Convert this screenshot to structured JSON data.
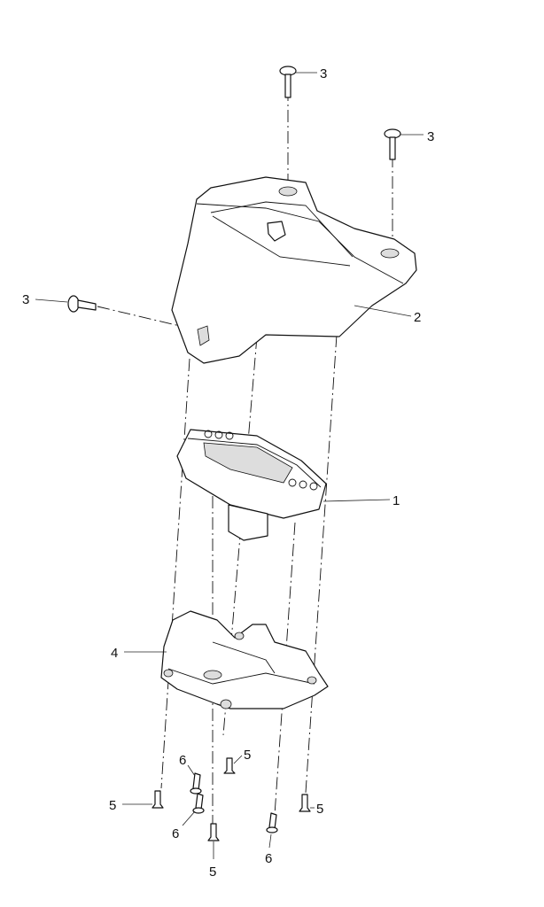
{
  "diagram": {
    "title": "Instrument cluster mounting exploded view",
    "callouts": [
      {
        "id": "c3a",
        "text": "3",
        "part": "screw-top"
      },
      {
        "id": "c3b",
        "text": "3",
        "part": "screw-right"
      },
      {
        "id": "c3c",
        "text": "3",
        "part": "screw-side"
      },
      {
        "id": "c2",
        "text": "2",
        "part": "cover"
      },
      {
        "id": "c1",
        "text": "1",
        "part": "instrument-cluster"
      },
      {
        "id": "c4",
        "text": "4",
        "part": "bracket"
      },
      {
        "id": "c5a",
        "text": "5",
        "part": "bolt"
      },
      {
        "id": "c6a",
        "text": "6",
        "part": "screw"
      },
      {
        "id": "c5b",
        "text": "5",
        "part": "bolt"
      },
      {
        "id": "c5c",
        "text": "5",
        "part": "bolt"
      },
      {
        "id": "c6b",
        "text": "6",
        "part": "screw"
      },
      {
        "id": "c6c",
        "text": "6",
        "part": "screw"
      },
      {
        "id": "c5d",
        "text": "5",
        "part": "bolt"
      }
    ]
  }
}
